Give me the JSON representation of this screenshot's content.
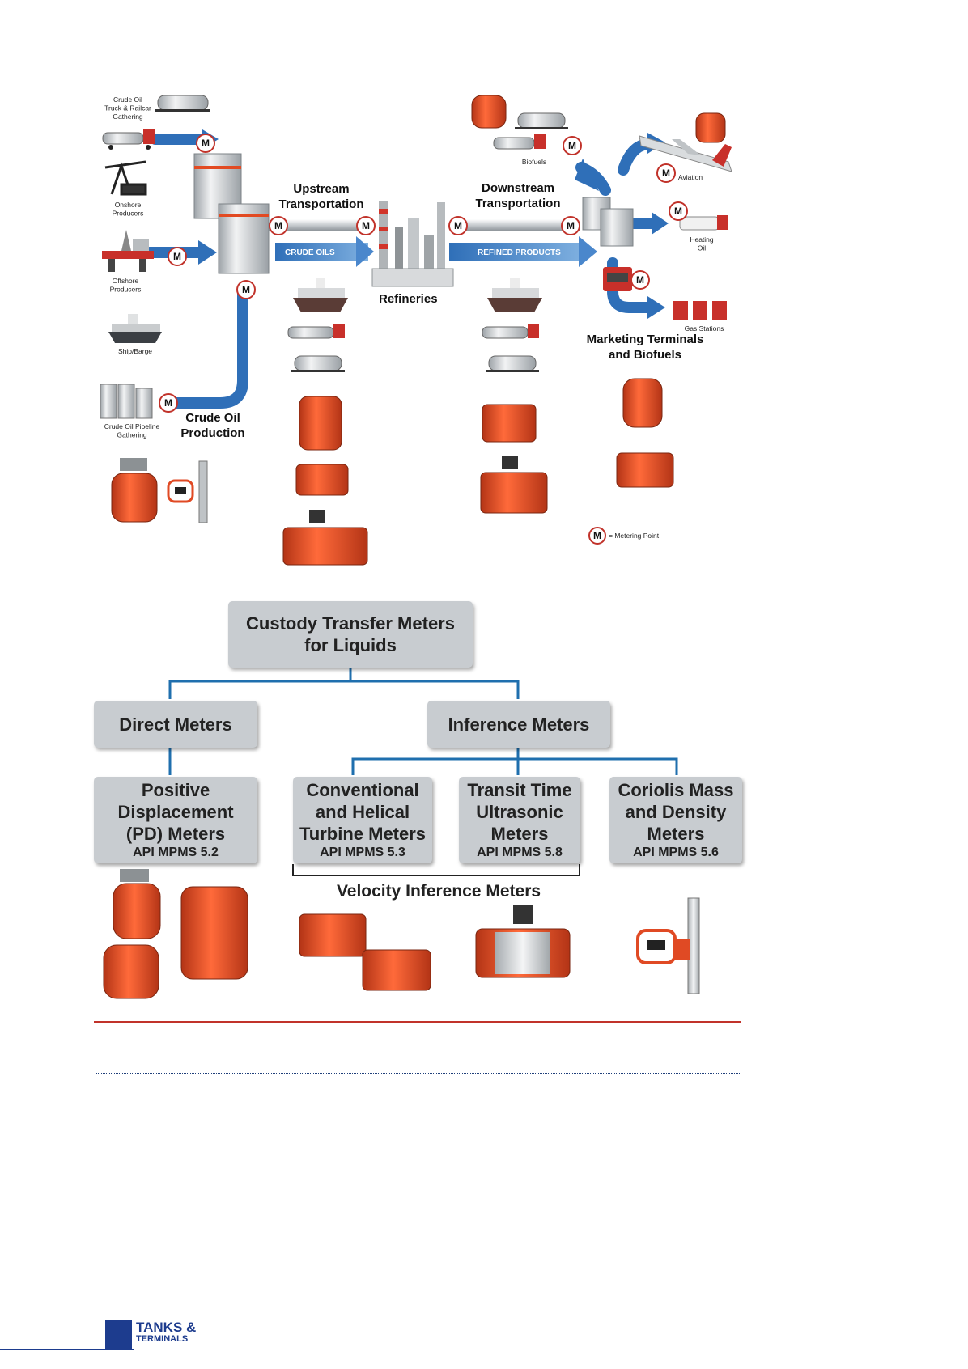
{
  "flow": {
    "sources": {
      "truck_railcar": "Crude Oil\nTruck & Railcar\nGathering",
      "onshore": "Onshore\nProducers",
      "offshore": "Offshore\nProducers",
      "ship_barge": "Ship/Barge",
      "pipeline_gathering": "Crude Oil Pipeline\nGathering"
    },
    "crude_oil_production": "Crude Oil\nProduction",
    "upstream_transportation": "Upstream\nTransportation",
    "crude_oils": "CRUDE OILS",
    "refineries": "Refineries",
    "downstream_transportation": "Downstream\nTransportation",
    "refined_products": "REFINED PRODUCTS",
    "biofuels": "Biofuels",
    "aviation": "Aviation",
    "heating_oil": "Heating\nOil",
    "gas_stations": "Gas Stations",
    "marketing_terminals": "Marketing Terminals\nand Biofuels",
    "metering_symbol": "M",
    "legend": "= Metering Point",
    "colors": {
      "arrow_blue": "#2f6fb8",
      "meter_orange": "#e04a24",
      "tank_grey": "#c9cdd0"
    },
    "icons": [
      "truck-icon",
      "railcar-icon",
      "pump-jack-icon",
      "offshore-rig-icon",
      "ship-icon",
      "storage-tank-icon",
      "refinery-icon",
      "airplane-icon",
      "gas-pump-icon",
      "pd-meter-icon",
      "turbine-meter-icon",
      "ultrasonic-meter-icon",
      "coriolis-meter-icon"
    ]
  },
  "tree": {
    "root": "Custody Transfer Meters\nfor Liquids",
    "direct": "Direct Meters",
    "inference": "Inference Meters",
    "pd": {
      "title": "Positive\nDisplacement\n(PD) Meters",
      "api": "API MPMS 5.2"
    },
    "turbine": {
      "title": "Conventional\nand Helical\nTurbine Meters",
      "api": "API MPMS 5.3"
    },
    "ultrasonic": {
      "title": "Transit Time\nUltrasonic\nMeters",
      "api": "API MPMS 5.8"
    },
    "coriolis": {
      "title": "Coriolis Mass\nand Density\nMeters",
      "api": "API MPMS 5.6"
    },
    "velocity_inference": "Velocity Inference Meters",
    "colors": {
      "connector_blue": "#1f6fae",
      "box_grey": "#c8ccd0"
    }
  },
  "footer": {
    "logo_line1": "TANKS &",
    "logo_line2": "TERMINALS",
    "colors": {
      "rule_red": "#c1322a",
      "logo_blue": "#1d3c8e"
    }
  }
}
